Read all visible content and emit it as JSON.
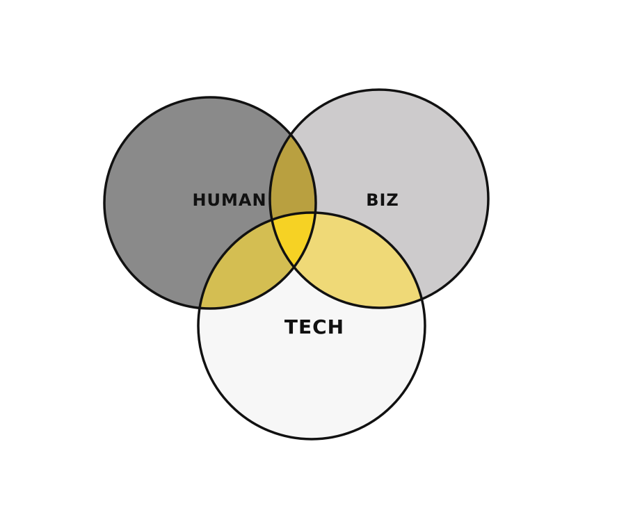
{
  "diagram": {
    "sets": [
      {
        "id": "human",
        "label": "HUMAN"
      },
      {
        "id": "biz",
        "label": "BIZ"
      },
      {
        "id": "tech",
        "label": "TECH"
      }
    ],
    "colors": {
      "human": "#8a8a8a",
      "biz": "#cdcbcc",
      "tech": "#f7f7f7",
      "human_biz": "#b9a040",
      "human_tech": "#d4be52",
      "biz_tech": "#efd977",
      "center": "#f6d224",
      "stroke": "#111111"
    }
  }
}
